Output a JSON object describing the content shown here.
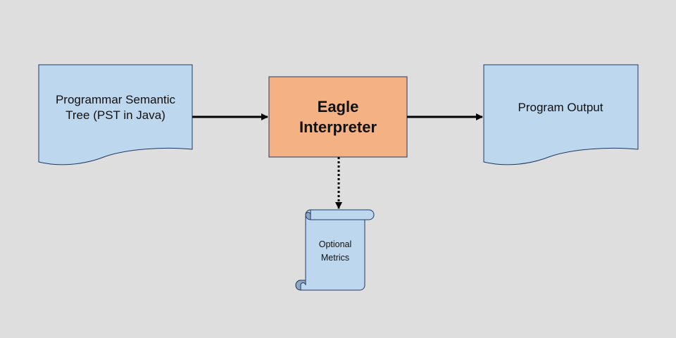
{
  "diagram": {
    "nodes": {
      "input_document": {
        "label_line1": "Programmar Semantic",
        "label_line2": "Tree (PST in Java)",
        "shape": "document",
        "fill": "#bdd7ee"
      },
      "interpreter": {
        "label_line1": "Eagle",
        "label_line2": "Interpreter",
        "shape": "process",
        "fill": "#f4b183"
      },
      "output_document": {
        "label": "Program Output",
        "shape": "document",
        "fill": "#bdd7ee"
      },
      "metrics_scroll": {
        "label_line1": "Optional",
        "label_line2": "Metrics",
        "shape": "scroll",
        "fill": "#bdd7ee"
      }
    },
    "edges": [
      {
        "from": "input_document",
        "to": "interpreter",
        "style": "solid"
      },
      {
        "from": "interpreter",
        "to": "output_document",
        "style": "solid"
      },
      {
        "from": "interpreter",
        "to": "metrics_scroll",
        "style": "dotted"
      }
    ],
    "colors": {
      "background": "#dedede",
      "stroke": "#1f3864",
      "arrow": "#000000"
    }
  }
}
